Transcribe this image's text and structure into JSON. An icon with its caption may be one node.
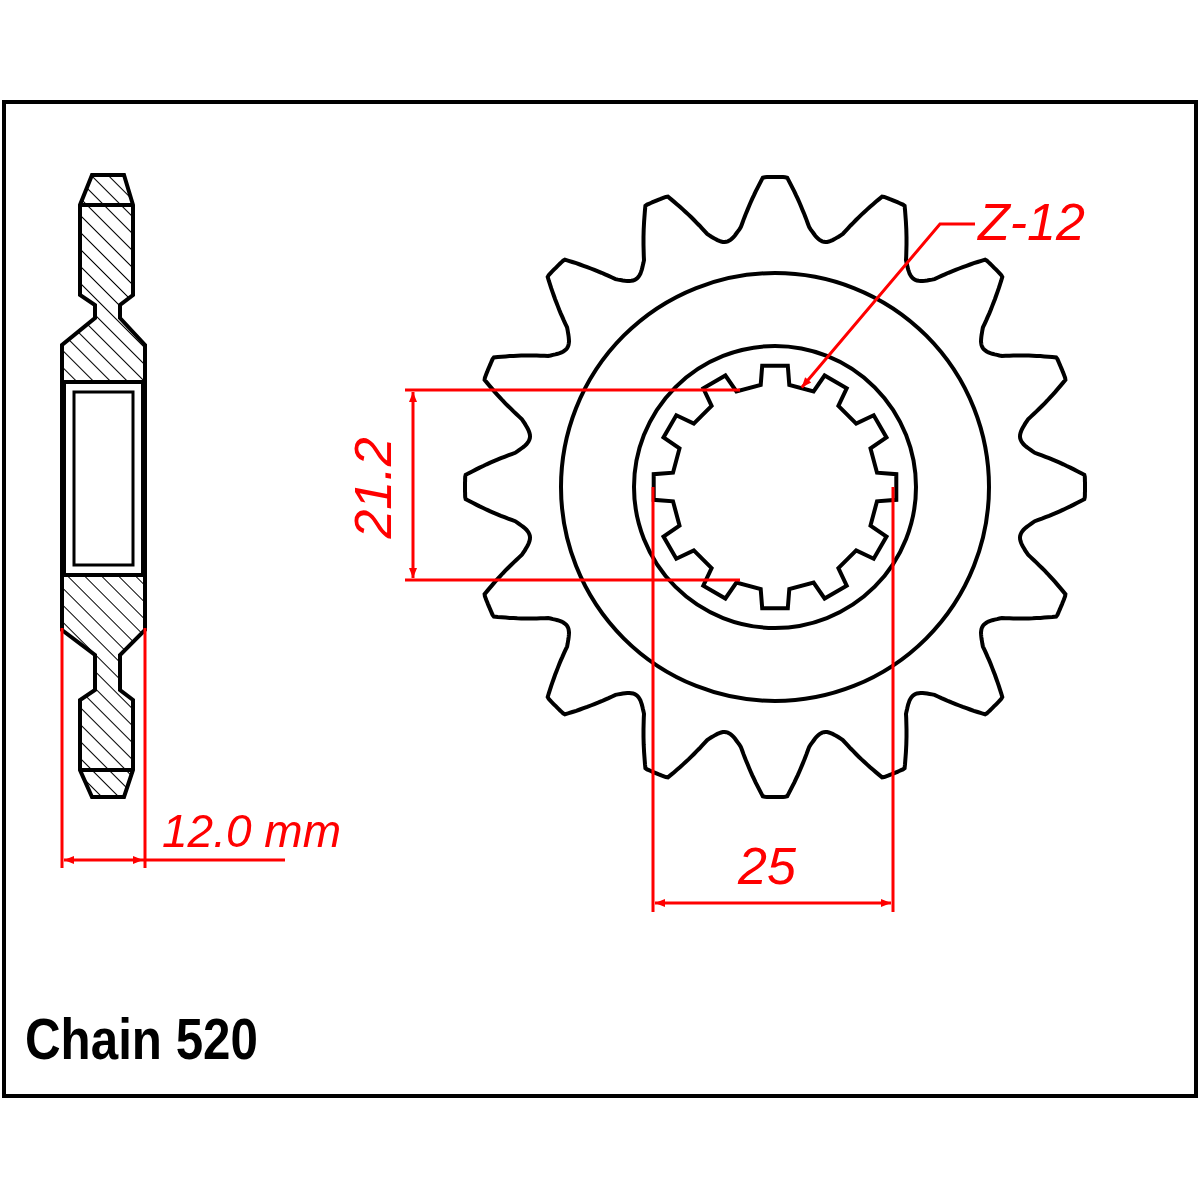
{
  "diagram": {
    "nodes": [
      {
        "text": [
          "Z-12"
        ]
      },
      {
        "text": [],
        "shape": "picture"
      }
    ],
    "edges": [
      {
        "from": 0,
        "to": 1,
        "arrow": "to"
      }
    ],
    "labels": [
      "21.2",
      "25",
      "12.0 mm",
      "Chain 520"
    ]
  }
}
